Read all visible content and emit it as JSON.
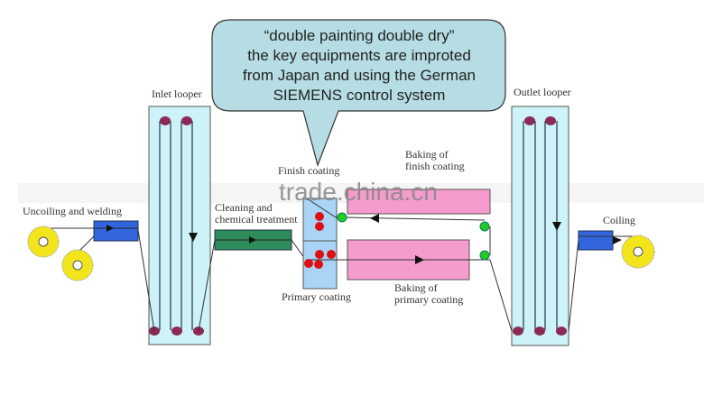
{
  "callout": {
    "lines": [
      "“double painting double dry”",
      "the key equipments are improted",
      "from Japan and using the German",
      "SIEMENS control system"
    ]
  },
  "labels": {
    "inlet_looper": "Inlet looper",
    "outlet_looper": "Outlet looper",
    "uncoiling": "Uncoiling and welding",
    "cleaning_1": "Cleaning and",
    "cleaning_2": "chemical treatment",
    "finish_coating": "Finish coating",
    "primary_coating": "Primary coating",
    "baking_finish_1": "Baking of",
    "baking_finish_2": "finish coating",
    "baking_primary_1": "Baking of",
    "baking_primary_2": "primary coating",
    "coiling": "Coiling"
  },
  "watermark": "trade.china.cn",
  "colors": {
    "looper": "#cdf3f8",
    "welder": "#3366dd",
    "cleaning": "#2e8b5a",
    "coating": "#a9d4f5",
    "oven": "#f59ccd",
    "coil": "#f2e51c",
    "roll": "#8b2a55",
    "dot_red": "#dd1111",
    "dot_green": "#22cc22",
    "callout": "#b6dde3"
  }
}
